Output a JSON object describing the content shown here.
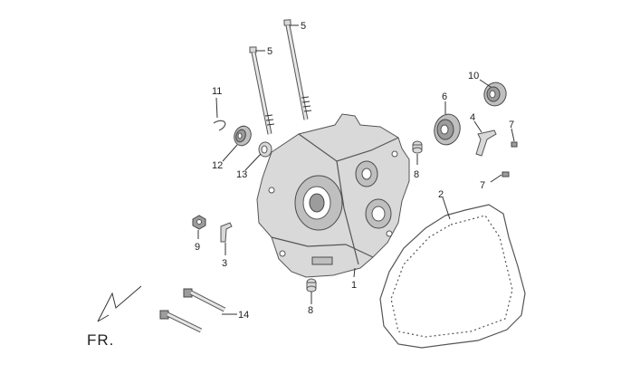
{
  "diagram": {
    "callouts": {
      "c1": "1",
      "c2": "2",
      "c3": "3",
      "c4": "4",
      "c5a": "5",
      "c5b": "5",
      "c6": "6",
      "c7a": "7",
      "c7b": "7",
      "c8a": "8",
      "c8b": "8",
      "c9": "9",
      "c10": "10",
      "c11": "11",
      "c12": "12",
      "c13": "13",
      "c14": "14"
    },
    "orientation_label": "FR."
  }
}
